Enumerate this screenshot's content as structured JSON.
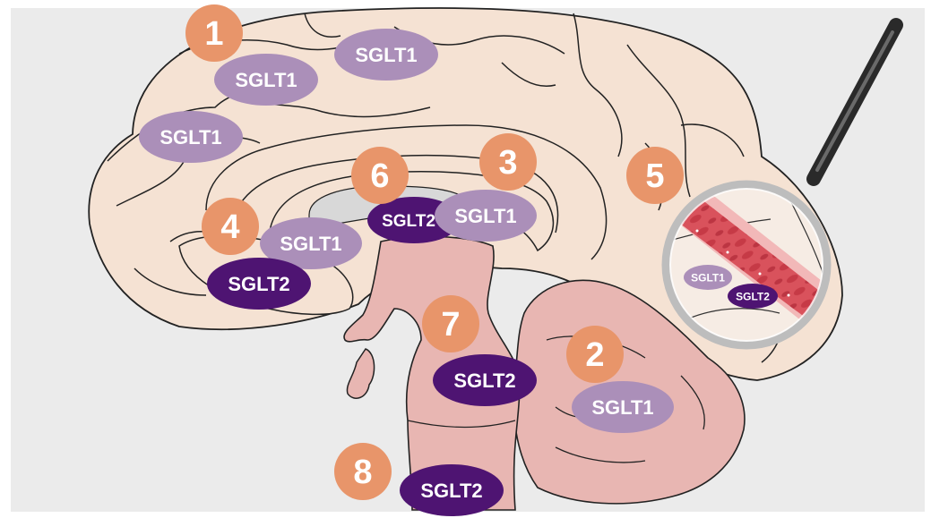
{
  "colors": {
    "background_panel": "#ebebeb",
    "cortex": "#f5e2d3",
    "brainstem": "#e8b6b2",
    "ventricle": "#d8d8d8",
    "outline": "#222222",
    "number_badge": "#e8956a",
    "sglt1": "#ab8fb9",
    "sglt2": "#4e1472",
    "label_text": "#ffffff"
  },
  "region_numbers": [
    "1",
    "2",
    "3",
    "4",
    "5",
    "6",
    "7",
    "8"
  ],
  "labels": {
    "sglt1": "SGLT1",
    "sglt2": "SGLT2",
    "sglt2_cut": "SGLT2"
  },
  "magnifier": {
    "inset_labels": [
      "SGLT1",
      "SGLT2"
    ],
    "icon": "magnifying-glass-icon",
    "content": "blood-vessel-with-red-blood-cells"
  }
}
